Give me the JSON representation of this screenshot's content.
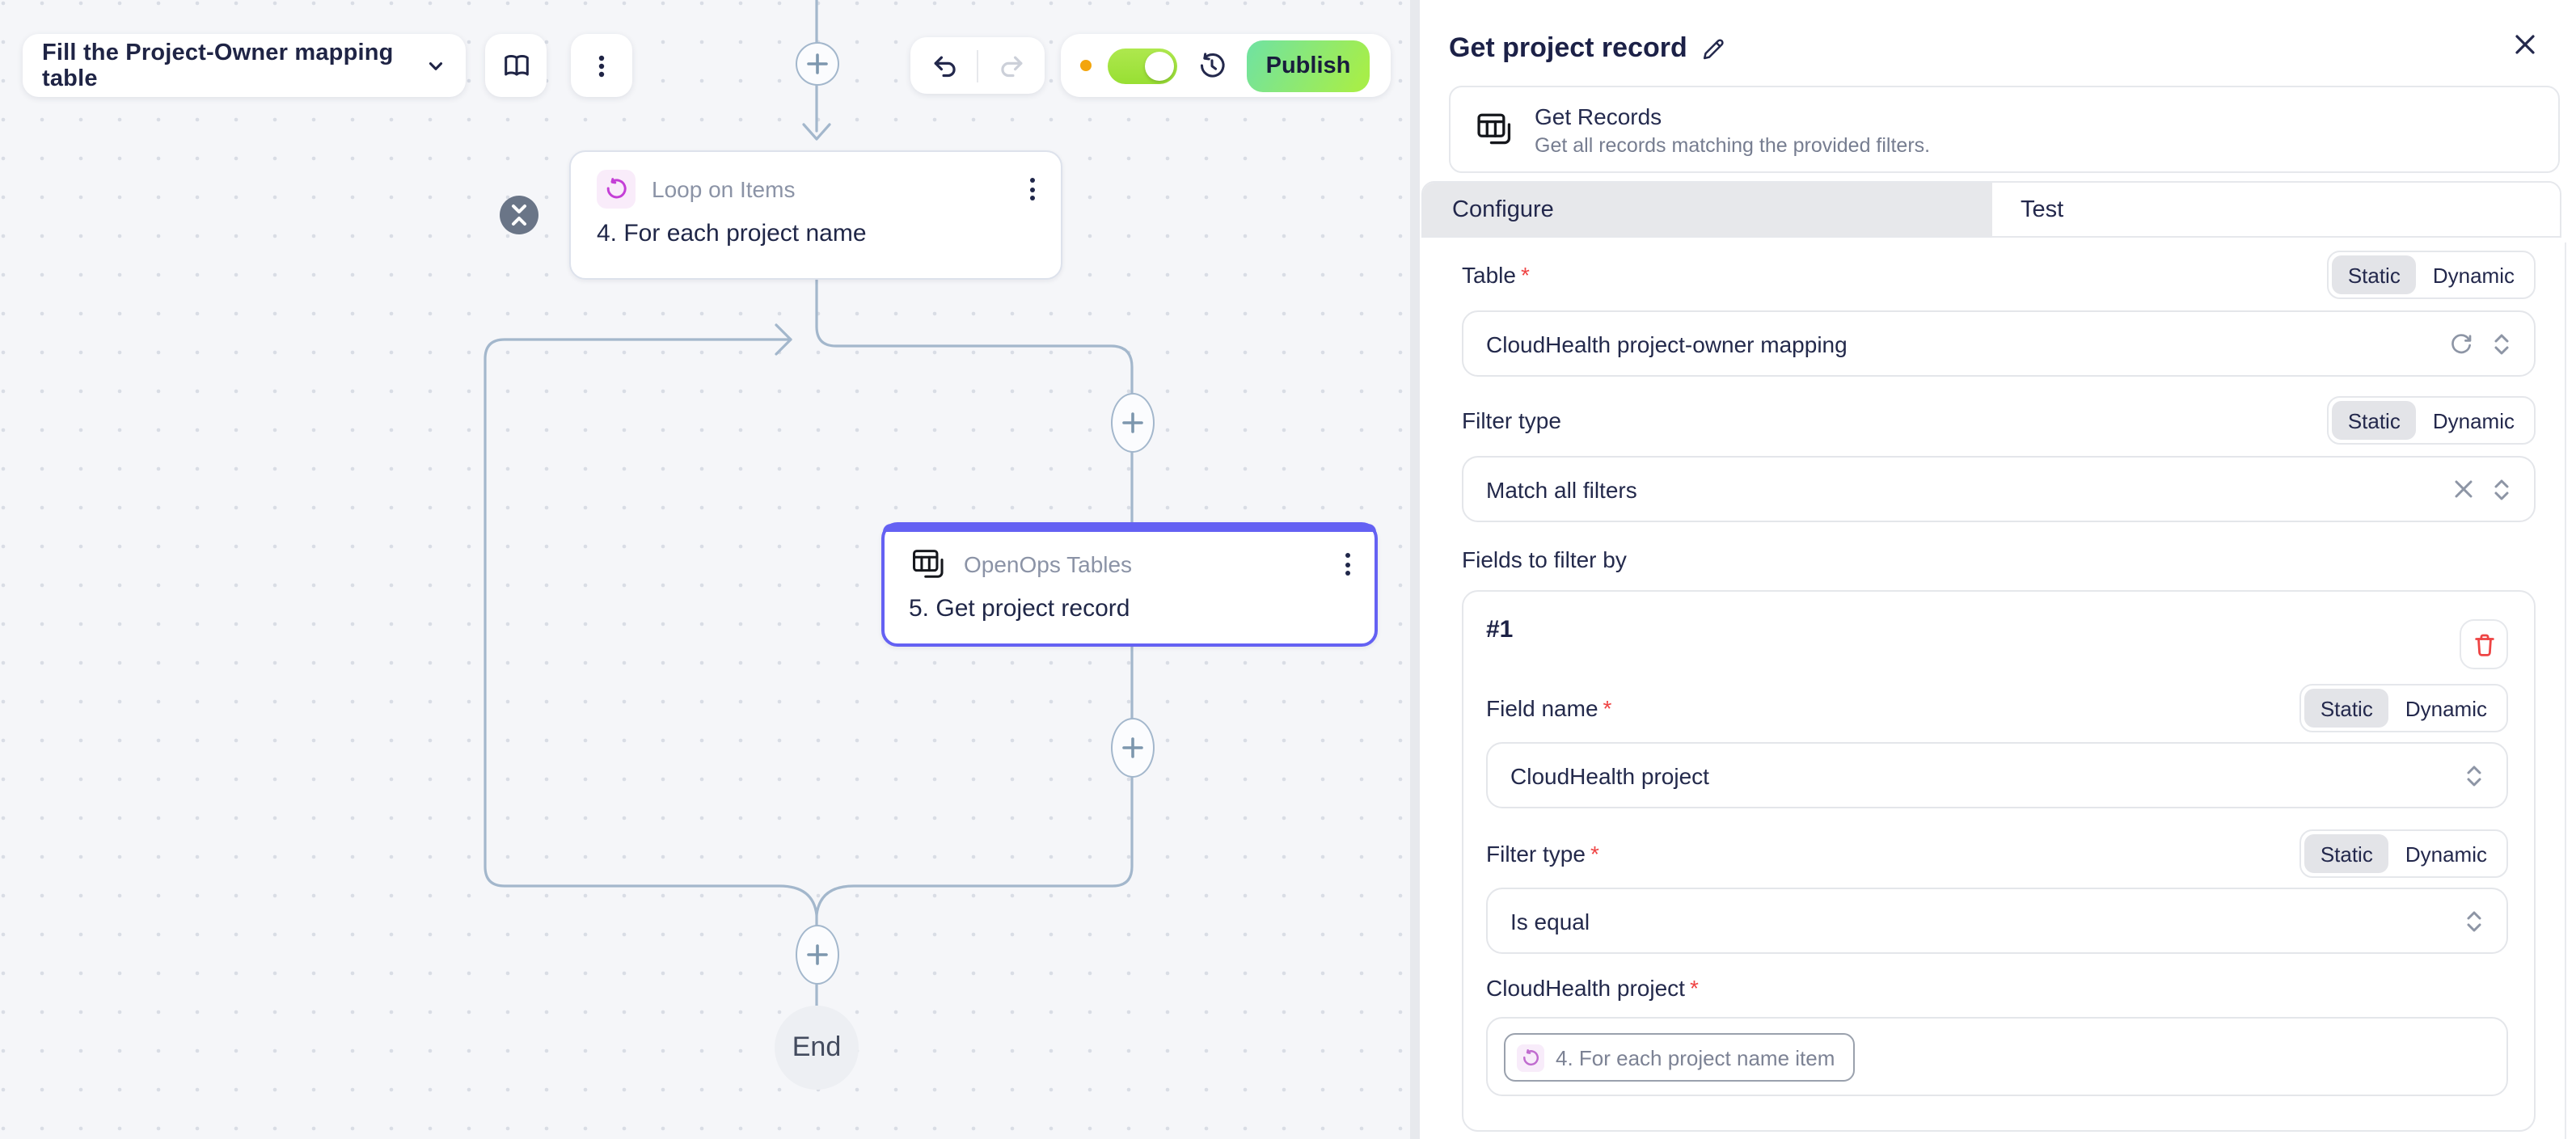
{
  "colors": {
    "accent_indigo": "#6461f3",
    "connector_blue": "#a3b7cc",
    "publish_green_from": "#6fe2a3",
    "publish_green_to": "#a6ee4a",
    "toggle_lime": "#98df33",
    "loop_pink": "#c43fd6",
    "danger_red": "#ee4444",
    "amber_dot": "#f3a50c",
    "tab_active_bg": "#e7e8eb"
  },
  "toolbar": {
    "flow_name": "Fill the Project-Owner mapping table",
    "publish_label": "Publish"
  },
  "canvas": {
    "loop_node": {
      "type_label": "Loop on Items",
      "title": "4. For each project name"
    },
    "tables_node": {
      "type_label": "OpenOps Tables",
      "title": "5. Get project record"
    },
    "end_label": "End"
  },
  "panel": {
    "title": "Get project record",
    "required_marker": "*",
    "action": {
      "title": "Get Records",
      "description": "Get all records matching the provided filters."
    },
    "tabs": {
      "configure": "Configure",
      "test": "Test"
    },
    "toggle": {
      "static": "Static",
      "dynamic": "Dynamic"
    },
    "fields": {
      "table": {
        "label": "Table",
        "value": "CloudHealth project-owner mapping"
      },
      "filter_type": {
        "label": "Filter type",
        "value": "Match all filters"
      },
      "fields_to_filter_by_label": "Fields to filter by",
      "group_index": "#1",
      "field_name": {
        "label": "Field name",
        "value": "CloudHealth project"
      },
      "filter_type_inner": {
        "label": "Filter type",
        "value": "Is equal"
      },
      "cloudhealth_project": {
        "label": "CloudHealth project",
        "chip": "4. For each project name item"
      }
    }
  }
}
